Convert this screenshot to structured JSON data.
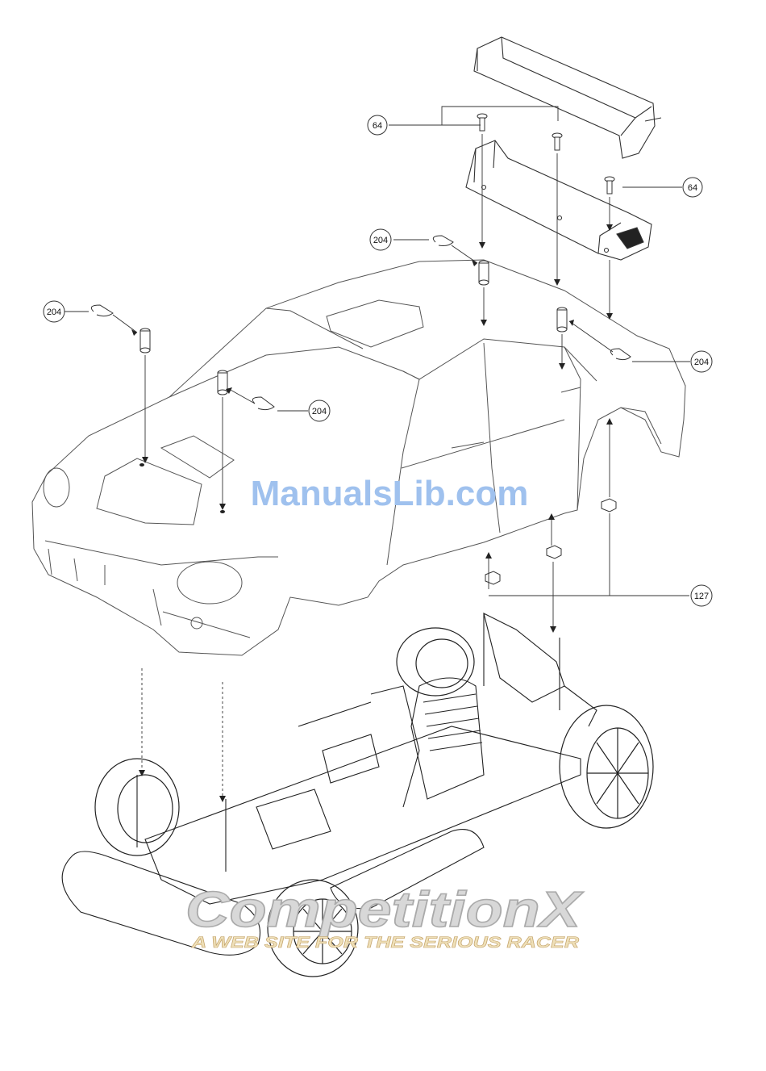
{
  "callouts": {
    "c64_top": "64",
    "c64_right": "64",
    "c204_spoiler": "204",
    "c204_hood_left": "204",
    "c204_hood_right": "204",
    "c204_rear": "204",
    "c127": "127"
  },
  "watermarks": {
    "manualslib": "ManualsLib.com",
    "compx_main": "CompetitionX",
    "compx_tag": "A WEB SITE FOR THE SERIOUS RACER"
  }
}
